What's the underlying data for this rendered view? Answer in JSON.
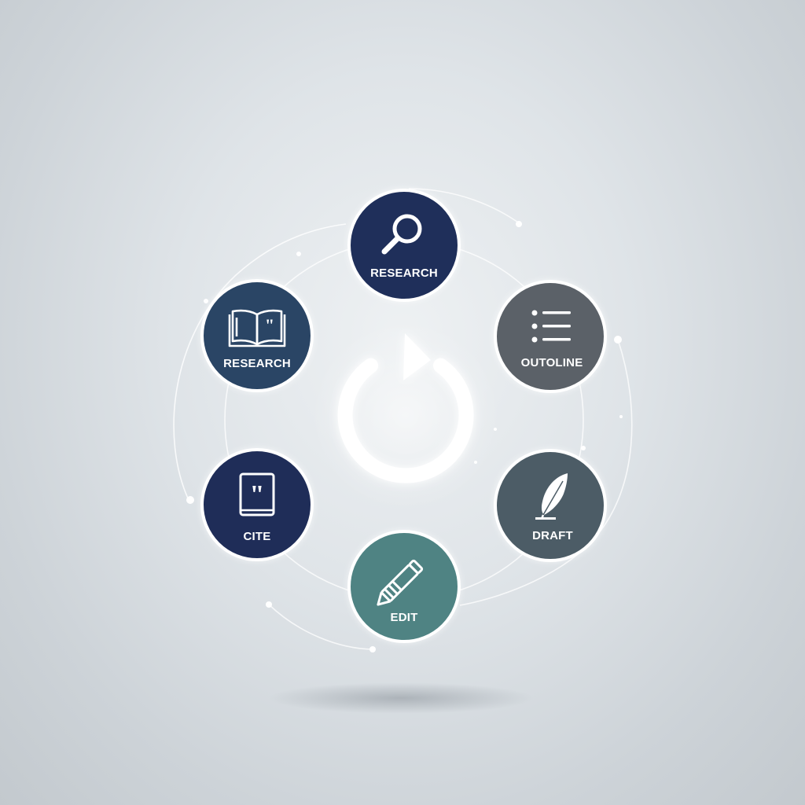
{
  "nodes": [
    {
      "id": "research-top",
      "label": "RESEARCH",
      "icon": "magnifier-icon",
      "color": "#1f2f5a"
    },
    {
      "id": "outline",
      "label": "OUTOLINE",
      "icon": "list-icon",
      "color": "#5b6168"
    },
    {
      "id": "draft",
      "label": "DRAFT",
      "icon": "quill-icon",
      "color": "#4c5c66"
    },
    {
      "id": "edit",
      "label": "EDIT",
      "icon": "pencil-icon",
      "color": "#4f8383"
    },
    {
      "id": "cite",
      "label": "CITE",
      "icon": "quote-book-icon",
      "color": "#1f2d58"
    },
    {
      "id": "research-left",
      "label": "RESEARCH",
      "icon": "open-book-icon",
      "color": "#2a4565"
    }
  ],
  "center_icon": "cycle-arrow-icon"
}
